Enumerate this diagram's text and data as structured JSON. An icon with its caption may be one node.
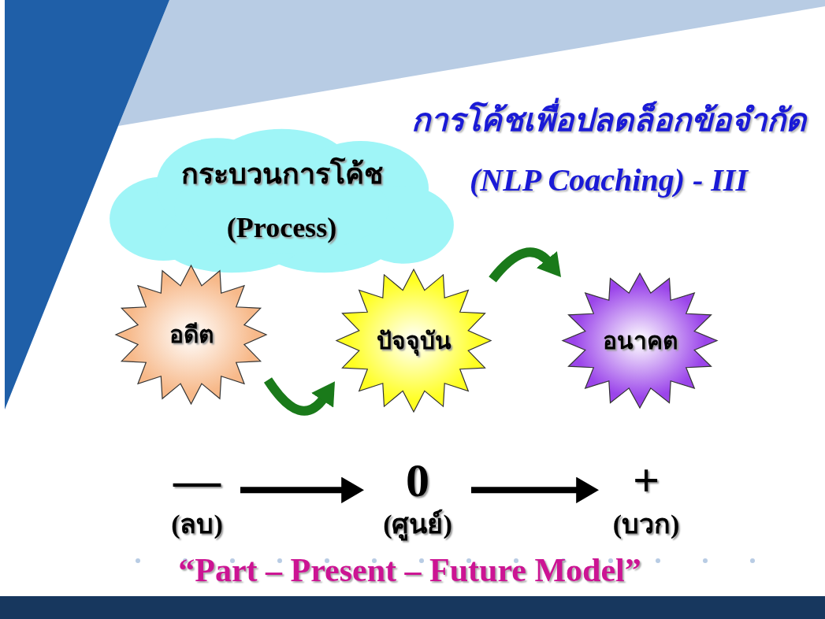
{
  "diagram": {
    "title": "การโค้ชเพื่อปลดล็อกข้อจำกัด (NLP Coaching) - III",
    "caption": "“Part – Present – Future Model”",
    "nodes": [
      {
        "text": [
          "กระบวนการโค้ช (Process)"
        ]
      },
      {
        "text": [
          "อดีต"
        ]
      },
      {
        "text": [
          "ปัจจุบัน"
        ]
      },
      {
        "text": [
          "อนาคต"
        ]
      },
      {
        "text": [
          "—",
          "(ลบ)"
        ]
      },
      {
        "text": [
          "0",
          "(ศูนย์)"
        ]
      },
      {
        "text": [
          "+",
          "(บวก)"
        ]
      }
    ],
    "edges": [
      {
        "from": 1,
        "to": 2,
        "arrow": "to",
        "color": "#1a7a1a"
      },
      {
        "from": 2,
        "to": 3,
        "arrow": "to",
        "color": "#1a7a1a"
      },
      {
        "from": 4,
        "to": 5,
        "arrow": "to",
        "color": "#000000"
      },
      {
        "from": 5,
        "to": 6,
        "arrow": "to",
        "color": "#000000"
      }
    ]
  }
}
